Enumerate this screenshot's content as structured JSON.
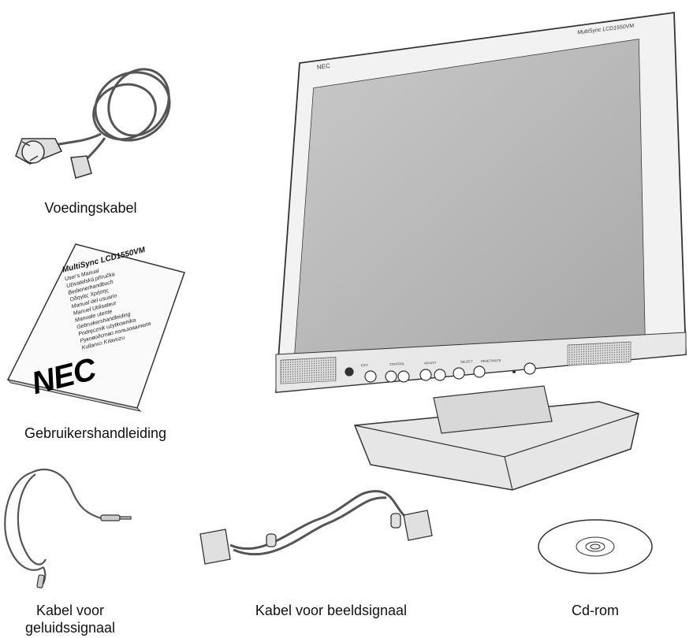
{
  "items": {
    "power_cable": {
      "label": "Voedingskabel"
    },
    "manual": {
      "label": "Gebruikershandleiding",
      "cover_title": "MultiSync LCD1550VM",
      "cover_lines": [
        "User's Manual",
        "Uživatelská příručka",
        "Bedienerhandbuch",
        "Οδηγίες Χρήσης",
        "Manual del usuario",
        "Manuel Utilisateur",
        "Manuale utente",
        "Gebruikershandleiding",
        "Podręcznik użytkownika",
        "Руководство пользователя",
        "Kullanıcı Kılavuzu"
      ],
      "brand": "NEC"
    },
    "audio_cable": {
      "label_line1": "Kabel voor",
      "label_line2": "geluidssignaal"
    },
    "video_cable": {
      "label": "Kabel voor beeldsignaal"
    },
    "cdrom": {
      "label": "Cd-rom"
    },
    "monitor": {
      "bezel_brand": "NEC",
      "model_text": "MultiSync LCD1550VM",
      "button_labels": [
        "EXIT",
        "CONTROL",
        "ADJUST",
        "SELECT",
        "RESET/MUTE"
      ]
    }
  }
}
